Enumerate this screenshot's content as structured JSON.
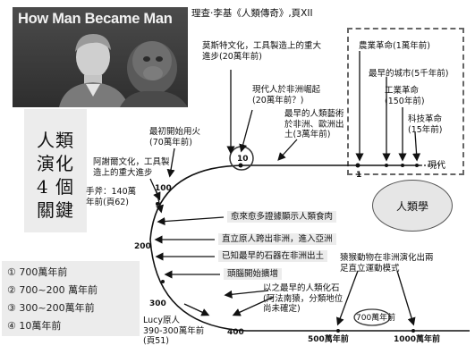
{
  "banner": {
    "title": "How Man Became Man"
  },
  "source_caption": "理查‧李基《人類傳奇》,頁XII",
  "side_title": "人類\n演化\n4 個\n關鍵",
  "legend_items": [
    "① 700萬年前",
    "② 700~200 萬年前",
    "③ 300~200萬年前",
    "④ 10萬年前"
  ],
  "oval_label": "人類學",
  "axis": {
    "modern": "現代",
    "ticks_left": [
      "1",
      "10",
      "100",
      "200",
      "300",
      "400"
    ],
    "ticks_bottom": [
      "500萬年前",
      "700萬年前",
      "1000萬年前"
    ]
  },
  "annotations": {
    "mousterian": "莫斯特文化，工具製造上的重大\n進步(20萬年前)",
    "modern_human": "現代人於非洲崛起\n(20萬年前？)",
    "earliest_art": "最早的人類藝術\n於非洲、歐洲出\n土(3萬年前)",
    "agriculture": "農業革命(1萬年前)",
    "cities": "最早的城市(5千年前)",
    "industrial": "工業革命\n(150年前)",
    "tech": "科技革命\n(15年前)",
    "fire": "最初開始用火\n(70萬年前)",
    "acheulean": "阿謝爾文化，工具製\n造上的重大進步",
    "handaxe": "手斧：140萬\n年前(頁62)",
    "cannibal": "愈來愈多證據顯示人類食肉",
    "erectus": "直立原人跨出非洲，進入亞洲",
    "stone_tools": "已知最早的石器在非洲出土",
    "brain": "頭腦開始擴增",
    "earliest_fossil": "以之最早的人類化石\n(阿法南猿，分類地位\n尚未確定)",
    "lucy": "Lucy原人\n390-300萬年前\n(頁51)",
    "primate": "猿猴動物在非洲演化出兩\n足直立運動模式"
  }
}
